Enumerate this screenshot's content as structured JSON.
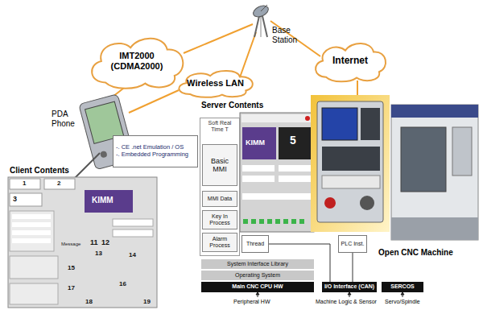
{
  "diagram": {
    "nodes": [
      {
        "text": [
          "IMT2000 (CDMA2000)"
        ]
      },
      {
        "text": [
          "Wireless LAN"
        ]
      },
      {
        "text": [
          "Internet"
        ]
      },
      {
        "text": [
          "-. CE .net Emulation / OS",
          "-. Embedded Programming"
        ]
      },
      {
        "text": [
          "Soft Real Time T"
        ]
      },
      {
        "text": [
          "Basic MMI"
        ],
        "in": 4
      },
      {
        "text": [
          "MMI Data"
        ],
        "in": 4
      },
      {
        "text": [
          "Key In Process"
        ],
        "in": 4
      },
      {
        "text": [
          "Alarm Process"
        ],
        "in": 4
      },
      {
        "text": [
          "Thread"
        ]
      },
      {
        "text": [
          "PLC Inst."
        ]
      },
      {
        "text": [
          "System Interface Library"
        ]
      },
      {
        "text": [
          "Operating System"
        ]
      },
      {
        "text": [
          "Main CNC CPU HW"
        ]
      },
      {
        "text": [
          "I/O Interface (CAN)"
        ]
      },
      {
        "text": [
          "SERCOS"
        ]
      }
    ],
    "edges": [
      {
        "from": 9,
        "to": 14,
        "arrow": "none"
      },
      {
        "from": 10,
        "to": 14,
        "arrow": "none"
      }
    ],
    "labels": [
      "Base Station",
      "PDA Phone",
      "Client Contents",
      "Server Contents",
      "Open CNC Machine",
      "Peripheral HW",
      "Machine Logic & Sensor",
      "Servo/Spindle",
      "KIMM",
      "3",
      "Message",
      "11",
      "12",
      "13",
      "14",
      "15",
      "16",
      "17",
      "18",
      "19",
      "KIMM",
      "5",
      "1",
      "2"
    ]
  }
}
